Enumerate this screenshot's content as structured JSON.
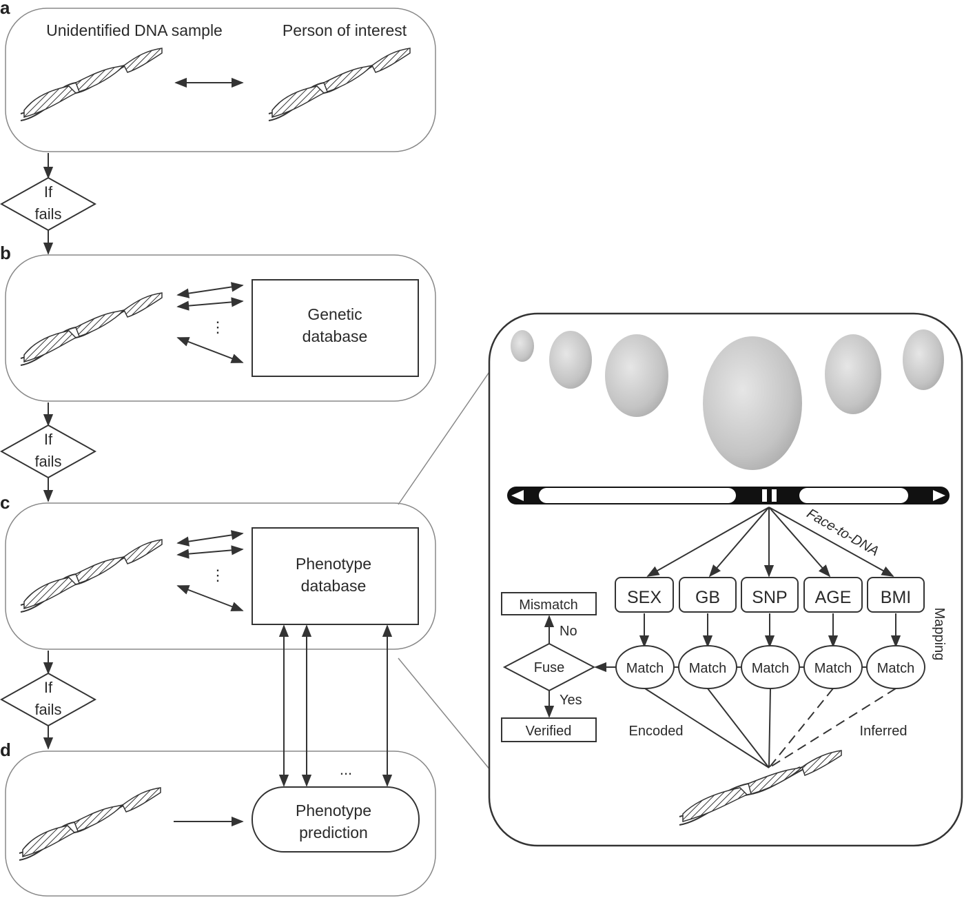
{
  "panels": {
    "a": "a",
    "b": "b",
    "c": "c",
    "d": "d"
  },
  "panel_a": {
    "left_label": "Unidentified DNA sample",
    "right_label": "Person of interest"
  },
  "decision": {
    "line1": "If",
    "line2": "fails"
  },
  "panel_b": {
    "db_line1": "Genetic",
    "db_line2": "database",
    "dots": "⋮"
  },
  "panel_c": {
    "db_line1": "Phenotype",
    "db_line2": "database",
    "dots": "⋮"
  },
  "panel_d": {
    "pred_line1": "Phenotype",
    "pred_line2": "prediction",
    "dots": "..."
  },
  "inset": {
    "face_to_dna": "Face-to-DNA",
    "mapping": "Mapping",
    "traits": [
      "SEX",
      "GB",
      "SNP",
      "AGE",
      "BMI"
    ],
    "match": "Match",
    "fuse": "Fuse",
    "no": "No",
    "yes": "Yes",
    "mismatch": "Mismatch",
    "verified": "Verified",
    "encoded": "Encoded",
    "inferred": "Inferred"
  },
  "colors": {
    "stroke": "#333333",
    "panel_border": "#888888",
    "face": "#c9c9c9",
    "bar": "#111111"
  }
}
